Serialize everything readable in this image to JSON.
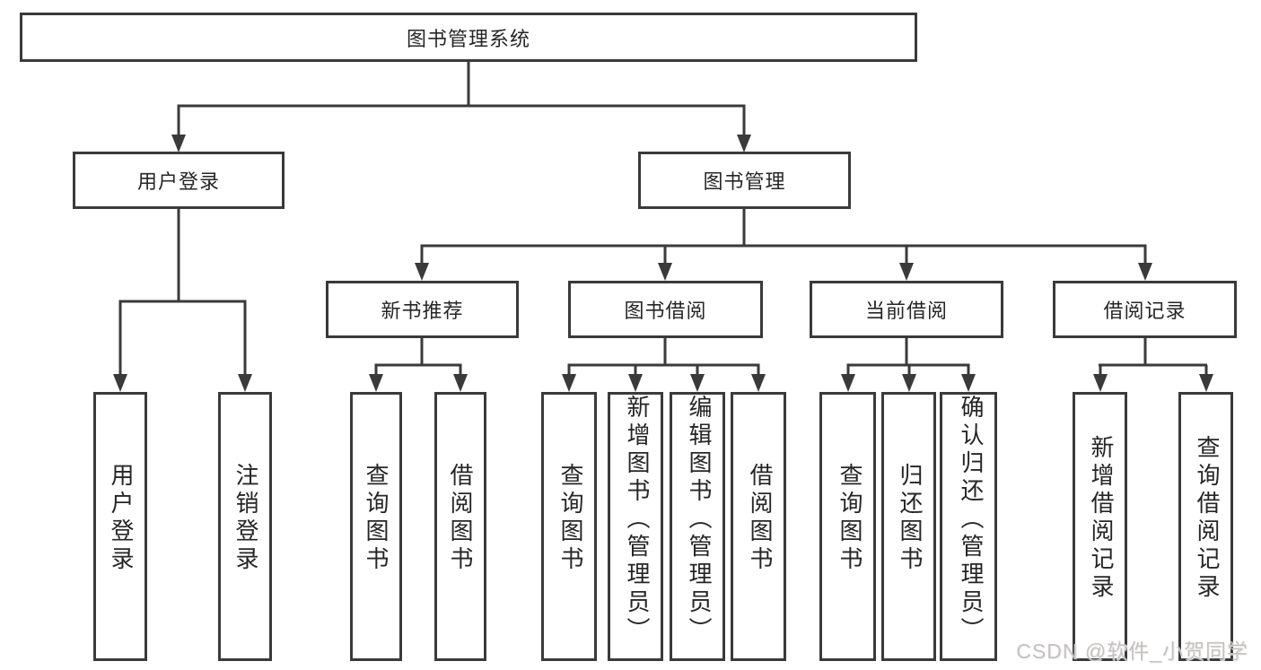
{
  "tree": {
    "root": {
      "label": "图书管理系统",
      "children": [
        {
          "label": "用户登录",
          "children": [
            {
              "label": "用户登录"
            },
            {
              "label": "注销登录"
            }
          ]
        },
        {
          "label": "图书管理",
          "children": [
            {
              "label": "新书推荐",
              "children": [
                {
                  "label": "查询图书"
                },
                {
                  "label": "借阅图书"
                }
              ]
            },
            {
              "label": "图书借阅",
              "children": [
                {
                  "label": "查询图书"
                },
                {
                  "label": "新增图书（管理员）"
                },
                {
                  "label": "编辑图书（管理员）"
                },
                {
                  "label": "借阅图书"
                }
              ]
            },
            {
              "label": "当前借阅",
              "children": [
                {
                  "label": "查询图书"
                },
                {
                  "label": "归还图书"
                },
                {
                  "label": "确认归还（管理员）"
                }
              ]
            },
            {
              "label": "借阅记录",
              "children": [
                {
                  "label": "新增借阅记录"
                },
                {
                  "label": "查询借阅记录"
                }
              ]
            }
          ]
        }
      ]
    }
  },
  "watermark": {
    "text": "CSDN @软件_小贺同学"
  },
  "colors": {
    "line": "#3a3a3a",
    "text": "#262626",
    "background": "#ffffff",
    "watermark": "#c5c1c1"
  }
}
